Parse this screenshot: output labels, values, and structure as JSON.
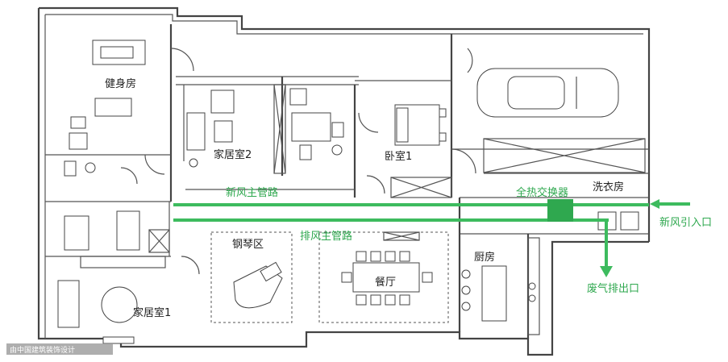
{
  "rooms": {
    "gym": "健身房",
    "family_room_2": "家居室2",
    "bedroom_1": "卧室1",
    "laundry": "洗衣房",
    "piano_area": "钢琴区",
    "dining": "餐厅",
    "kitchen": "厨房",
    "family_room_1": "家居室1"
  },
  "system": {
    "fresh_air_main": "新风主管路",
    "exhaust_main": "排风主管路",
    "heat_exchanger": "全热交换器",
    "fresh_air_inlet": "新风引入口",
    "exhaust_outlet": "废气排出口"
  },
  "watermark": "由中国建筑装饰设计",
  "colors": {
    "duct_green": "#3dbb5e",
    "exchanger_green": "#2fa84f",
    "wall": "#555555"
  }
}
